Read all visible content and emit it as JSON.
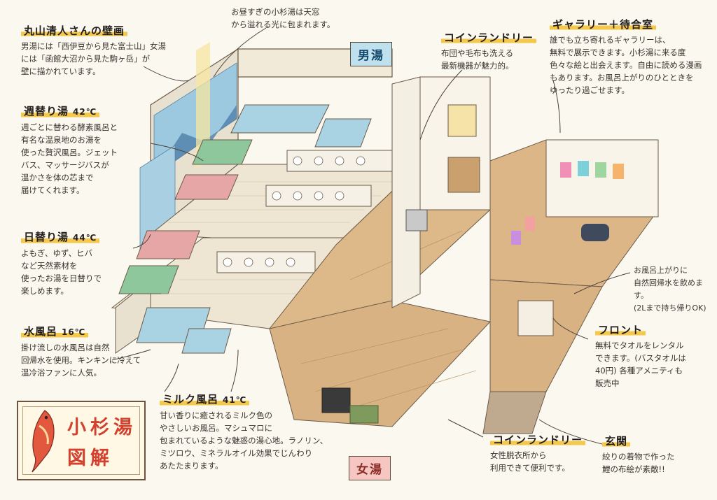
{
  "title": {
    "line1": "小杉湯",
    "line2": "図解"
  },
  "tags": {
    "men": "男湯",
    "women": "女湯"
  },
  "top_note": "お昼すぎの小杉湯は天窓\nから溢れる光に包まれます。",
  "notes": {
    "mural": {
      "head": "丸山清人さんの壁画",
      "body": "男湯には「西伊豆から見た富士山」女湯\nには「函館大沼から見た駒ヶ岳」が\n壁に描かれています。"
    },
    "weekly": {
      "head": "週替り湯",
      "temp": "42℃",
      "body": "週ごとに替わる酵素風呂と\n有名な温泉地のお湯を\n使った贅沢風呂。ジェット\nバス、マッサージバスが\n温かさを体の芯まで\n届けてくれます。"
    },
    "daily": {
      "head": "日替り湯",
      "temp": "44℃",
      "body": "よもぎ、ゆず、ヒバ\nなど天然素材を\n使ったお湯を日替りで\n楽しめます。"
    },
    "cold": {
      "head": "水風呂",
      "temp": "16℃",
      "body": "掛け流しの水風呂は自然\n回帰水を使用。キンキンに冷えて\n温冷浴ファンに人気。"
    },
    "milk": {
      "head": "ミルク風呂",
      "temp": "41℃",
      "body": "甘い香りに癒されるミルク色の\nやさしいお風呂。マシュマロに\n包まれているような魅惑の湯心地。ラノリン、\nミツロウ、ミネラルオイル効果でじんわり\nあたたまります。"
    },
    "laundry_men": {
      "head": "コインランドリー",
      "body": "布団や毛布も洗える\n最新機器が魅力的。"
    },
    "gallery": {
      "head": "ギャラリー＋待合室",
      "body": "誰でも立ち寄れるギャラリーは、\n無料で展示できます。小杉湯に来る度\n色々な絵と出会えます。自由に読める漫画\nもあります。お風呂上がりのひとときを\nゆったり過ごせます。"
    },
    "water": {
      "body": "お風呂上がりに\n自然回帰水を飲めます。\n(2Lまで持ち帰りOK)"
    },
    "front": {
      "head": "フロント",
      "body": "無料でタオルをレンタル\nできます。(バスタオルは\n40円) 各種アメニティも\n販売中"
    },
    "laundry_women": {
      "head": "コインランドリー",
      "body": "女性脱衣所から\n利用できて便利です。"
    },
    "entrance": {
      "head": "玄関",
      "body": "絞りの着物で作った\n鯉の布絵が素敵!!"
    }
  }
}
